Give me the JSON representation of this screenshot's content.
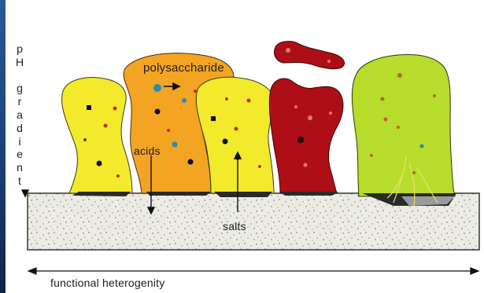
{
  "labels": {
    "ph_gradient": "pH gradient",
    "polysaccharide": "polysaccharide",
    "acids": "acids",
    "salts": "salts",
    "functional_heterogeneity": "functional heterogenity"
  },
  "colors": {
    "yellow": "#f2ea2b",
    "orange": "#f4a423",
    "dark_red": "#ae0f16",
    "light_green": "#b7dc2c",
    "substratum": "#e8e8e0"
  }
}
